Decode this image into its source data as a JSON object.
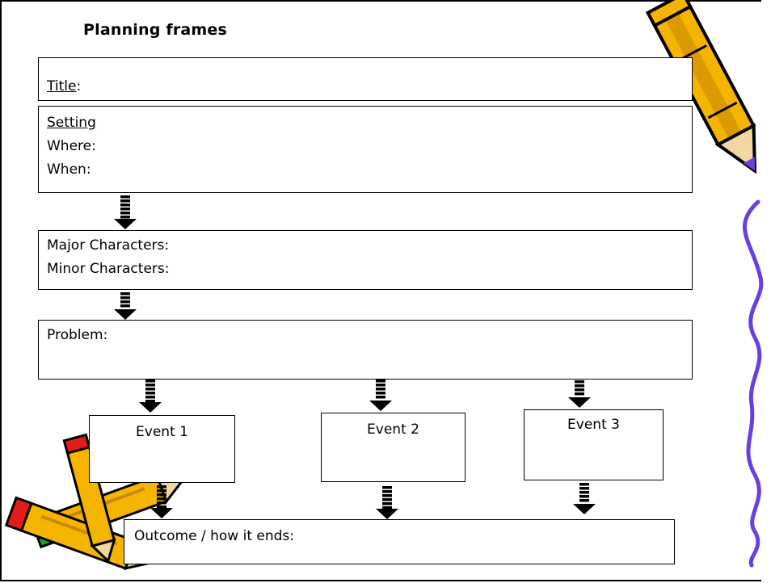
{
  "heading": "Planning frames",
  "title_box": {
    "label": "Title",
    "suffix": ":"
  },
  "setting_box": {
    "heading": "Setting",
    "lines": [
      "Where:",
      "When:"
    ]
  },
  "characters_box": {
    "lines": [
      "Major Characters:",
      "Minor Characters:"
    ]
  },
  "problem_box": {
    "label": "Problem:"
  },
  "events": [
    {
      "label": "Event 1"
    },
    {
      "label": "Event 2"
    },
    {
      "label": "Event 3"
    }
  ],
  "outcome_box": {
    "label": "Outcome / how it ends:"
  },
  "colors": {
    "pencil_body": "#F5B400",
    "pencil_dark": "#C98A00",
    "eraser": "#E21B1B",
    "eraser_green": "#25A31A",
    "squiggle": "#6A3FE0"
  },
  "icons": [
    "pencil-icon",
    "crossed-pencils-icon",
    "arrow-down-icon",
    "squiggle-line"
  ]
}
